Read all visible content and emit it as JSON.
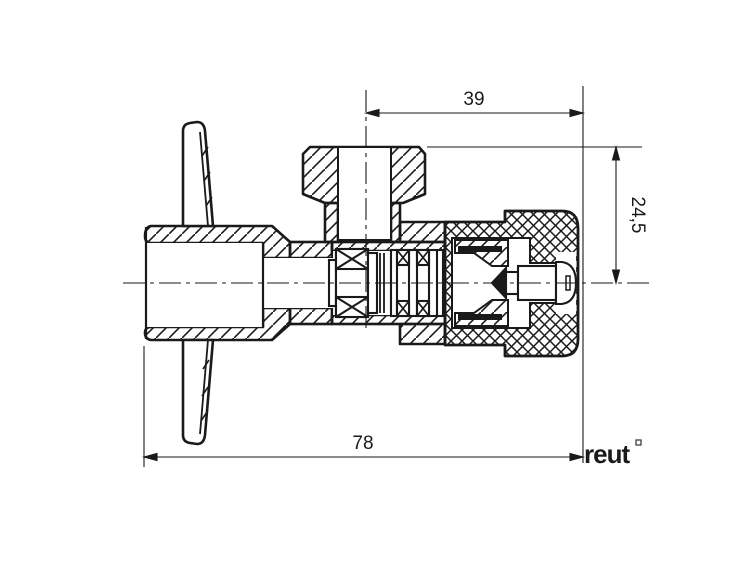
{
  "drawing": {
    "type": "technical-section-drawing",
    "subject": "angle-valve-cross-section",
    "dimensions": {
      "top_width": {
        "label": "39",
        "value": 39,
        "unit": "mm",
        "orientation": "horizontal"
      },
      "right_height": {
        "label": "24,5",
        "value": 24.5,
        "unit": "mm",
        "orientation": "vertical"
      },
      "bottom_width": {
        "label": "78",
        "value": 78,
        "unit": "mm",
        "orientation": "horizontal"
      }
    },
    "logo": {
      "text": "reut",
      "mark_icon": "small-square-mark",
      "color": "#262e3d"
    },
    "colors": {
      "line": "#1a1a1a",
      "background": "#ffffff"
    }
  }
}
